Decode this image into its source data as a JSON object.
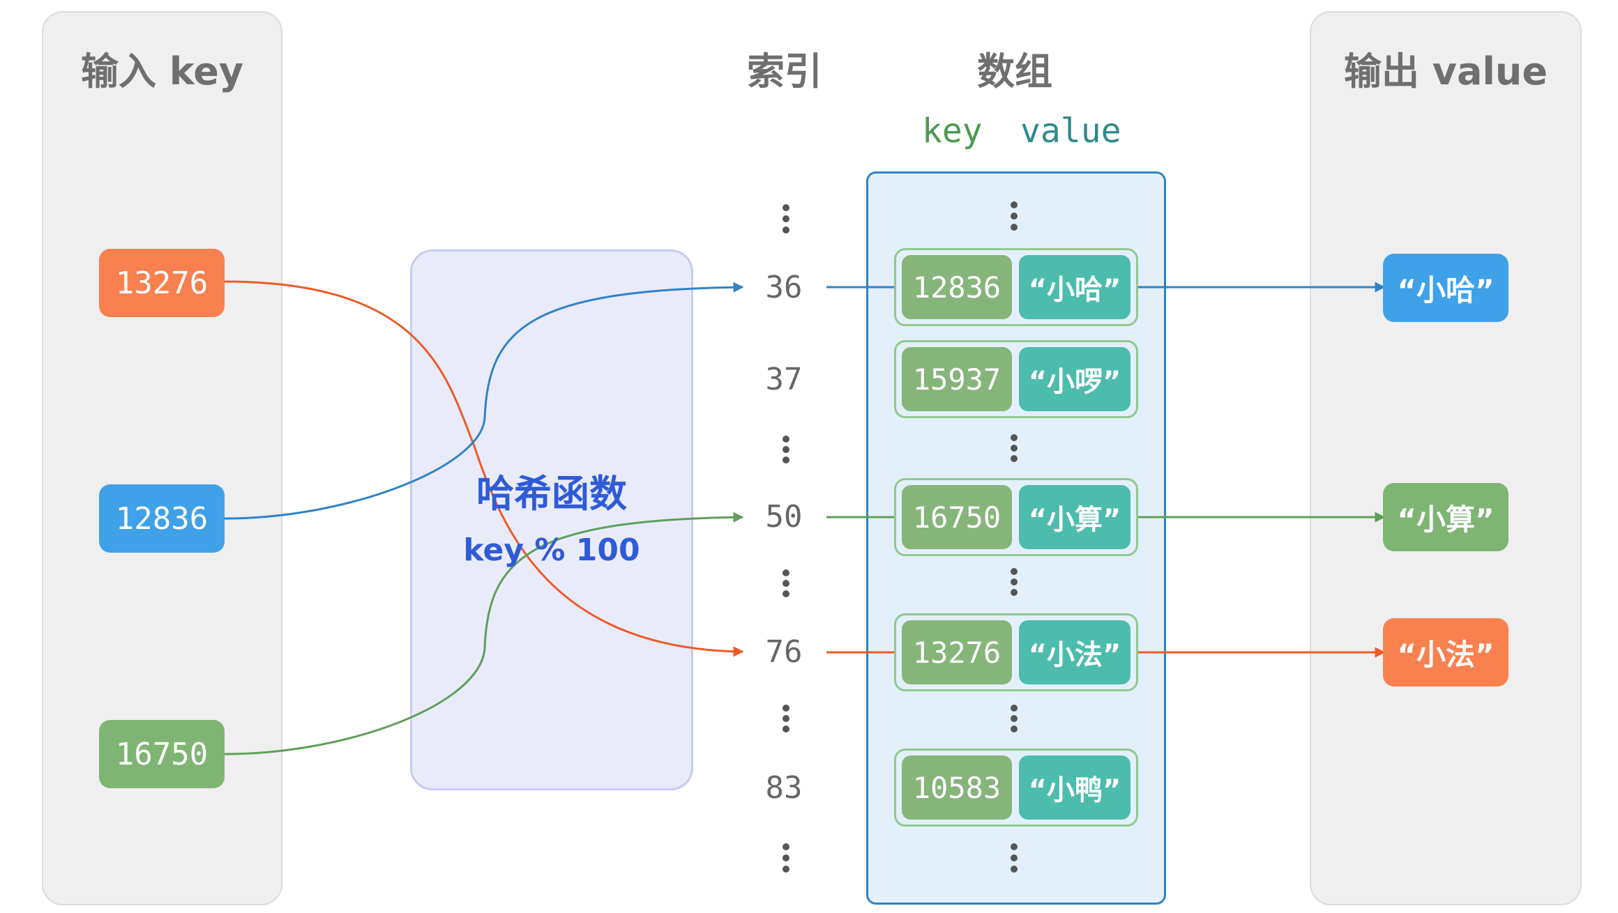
{
  "headings": {
    "input": "输入 key",
    "index": "索引",
    "array": "数组",
    "output": "输出 value",
    "key": "key",
    "value": "value"
  },
  "hash_function": {
    "title": "哈希函数",
    "formula": "key % 100"
  },
  "input_keys": [
    {
      "key": "13276",
      "color": "#f9804f",
      "target_index": "76"
    },
    {
      "key": "12836",
      "color": "#3fa1e8",
      "target_index": "36"
    },
    {
      "key": "16750",
      "color": "#7eb573",
      "target_index": "50"
    }
  ],
  "buckets": [
    {
      "index": "36",
      "key": "12836",
      "value": "“小哈”"
    },
    {
      "index": "37",
      "key": "15937",
      "value": "“小啰”"
    },
    {
      "index": "50",
      "key": "16750",
      "value": "“小算”"
    },
    {
      "index": "76",
      "key": "13276",
      "value": "“小法”"
    },
    {
      "index": "83",
      "key": "10583",
      "value": "“小鸭”"
    }
  ],
  "outputs": [
    {
      "value": "“小哈”",
      "color": "#3fa1e8",
      "index": "36"
    },
    {
      "value": "“小算”",
      "color": "#7eb573",
      "index": "50"
    },
    {
      "value": "“小法”",
      "color": "#f9804f",
      "index": "76"
    }
  ],
  "colors": {
    "orange": "#f9804f",
    "blue": "#3fa1e8",
    "green": "#7eb573",
    "line_orange": "#ee5a26",
    "line_blue": "#2e83c9",
    "line_green": "#5f9f59",
    "bucket_key": "#86b57a",
    "bucket_value": "#4cbcac",
    "heading_green": "#4a9a4f",
    "heading_teal": "#2f8a8a"
  }
}
